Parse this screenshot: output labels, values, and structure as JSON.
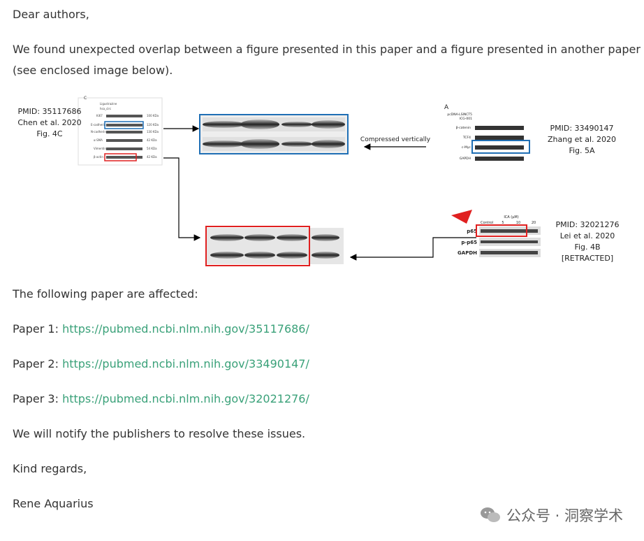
{
  "letter": {
    "greeting": "Dear authors,",
    "intro_line1": "We found unexpected overlap between a figure presented in this paper and a figure presented in another paper",
    "intro_line2": "(see enclosed image below).",
    "affected_heading": "The following paper are affected:",
    "papers": [
      {
        "prefix": "Paper 1: ",
        "url": "https://pubmed.ncbi.nlm.nih.gov/35117686/"
      },
      {
        "prefix": "Paper 2: ",
        "url": "https://pubmed.ncbi.nlm.nih.gov/33490147/"
      },
      {
        "prefix": "Paper 3: ",
        "url": "https://pubmed.ncbi.nlm.nih.gov/32021276/"
      }
    ],
    "notify": "We will notify the publishers to resolve these issues.",
    "closing": "Kind regards,",
    "signature": "Rene Aquarius"
  },
  "figure": {
    "chen": {
      "pmid": "PMID: 35117686",
      "author": "Chen et al. 2020",
      "fig": "Fig. 4C",
      "panel": "C",
      "row_labels": [
        "Ligustrazine",
        "hsa_circ",
        "Ki67",
        "E-cadherin",
        "N-cadherin",
        "α-SMA",
        "Vimentin",
        "β-actin"
      ],
      "size_labels": [
        "100 KDa",
        "120 KDa",
        "130 KDa",
        "42 KDa",
        "54 KDa",
        "42 KDa"
      ]
    },
    "zhang": {
      "pmid": "PMID: 33490147",
      "author": "Zhang et al. 2020",
      "fig": "Fig. 5A",
      "panel": "A",
      "header_rows": [
        "pcDNA-LSINCT5",
        "ICG-001"
      ],
      "row_labels": [
        "β-catenin",
        "TCF4",
        "c-Myc",
        "GAPDH"
      ]
    },
    "lei": {
      "pmid": "PMID: 32021276",
      "author": "Lei et al. 2020",
      "fig": "Fig. 4B",
      "status": "[RETRACTED]",
      "header": "ICA (μM)",
      "columns": [
        "Control",
        "5",
        "10",
        "20"
      ],
      "row_labels": [
        "p65",
        "p-p65",
        "GAPDH"
      ]
    },
    "arrow_note": "Compressed vertically"
  },
  "colors": {
    "link": "#3aa179",
    "blue_box": "#1f6fb5",
    "red_box": "#e02020"
  },
  "watermark": {
    "icon": "wechat-icon",
    "text": "公众号 · 洞察学术"
  }
}
